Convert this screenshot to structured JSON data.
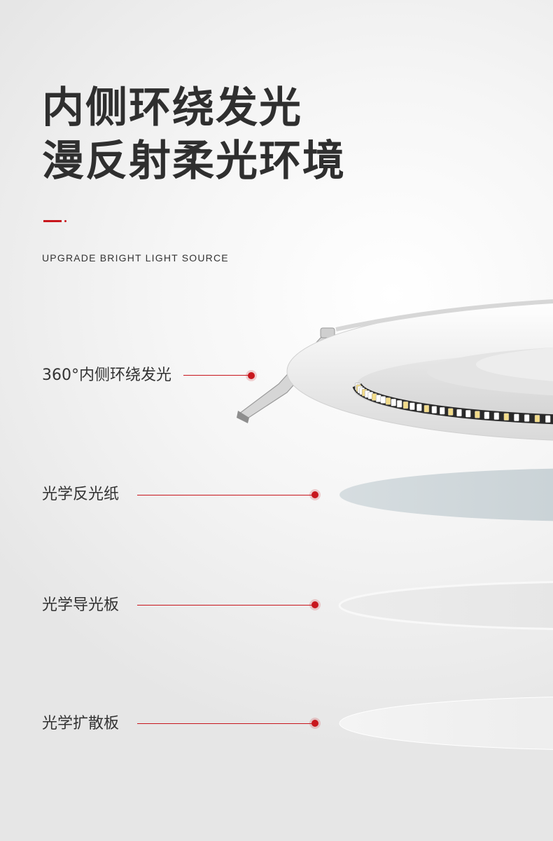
{
  "heading": {
    "line1": "内侧环绕发光",
    "line2": "漫反射柔光环境"
  },
  "subheading": "UPGRADE BRIGHT LIGHT SOURCE",
  "layers": [
    {
      "label": "360°内侧环绕发光"
    },
    {
      "label": "光学反光纸"
    },
    {
      "label": "光学导光板"
    },
    {
      "label": "光学扩散板"
    }
  ],
  "colors": {
    "accent": "#c8161d",
    "text": "#333333",
    "led_warm": "#f3dc8a",
    "led_white": "#ffffff"
  }
}
